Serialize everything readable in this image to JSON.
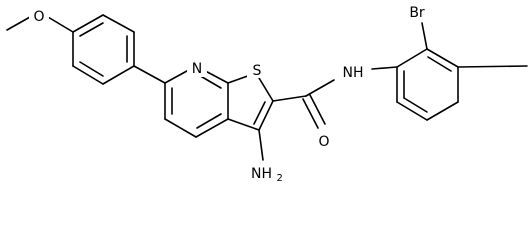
{
  "atoms": {
    "methoxy_o": "O",
    "pyridine_n": "N",
    "thiophene_s": "S",
    "amide_nh": "NH",
    "amide_o": "O",
    "bromo": "Br",
    "amino": "NH",
    "amino_sub": "2"
  }
}
